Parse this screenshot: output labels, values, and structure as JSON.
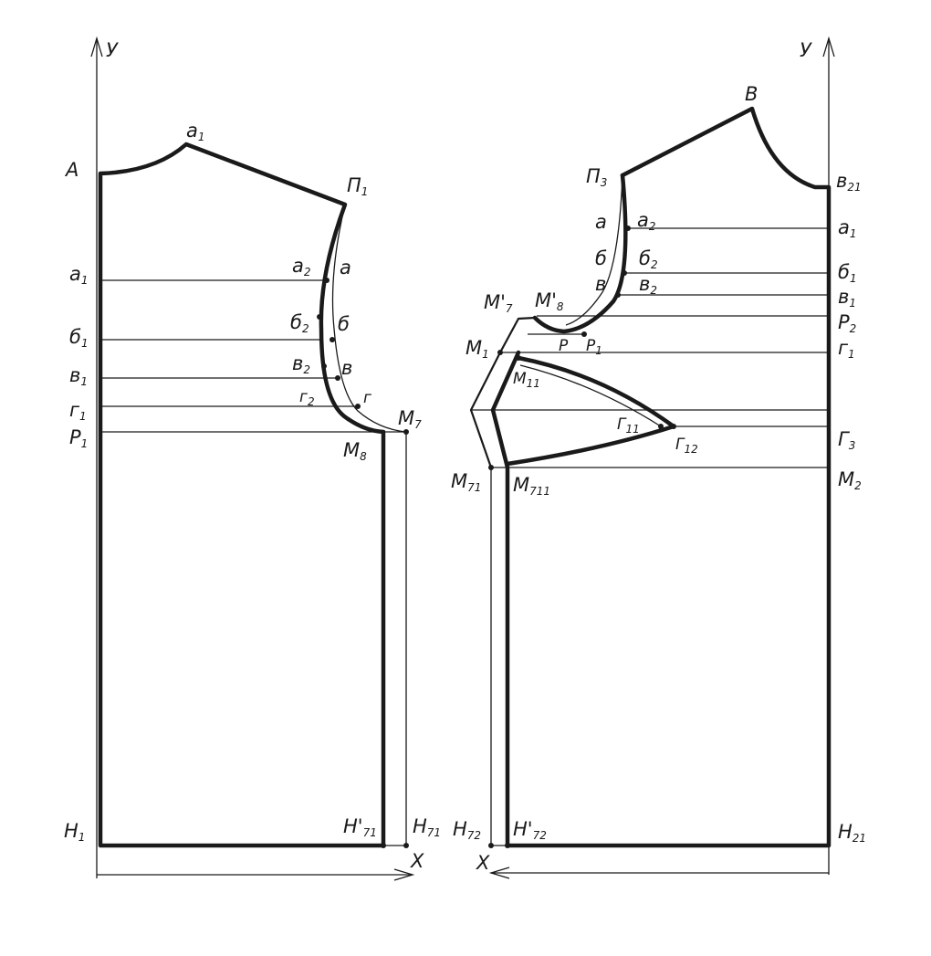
{
  "back": {
    "axis_y": "У",
    "axis_x": "Х",
    "labels": {
      "A": "А",
      "a1_top": "а",
      "a1_top_sub": "1",
      "P1_shoulder": "П",
      "P1_shoulder_sub": "1",
      "a1_left": "а",
      "a1_left_sub": "1",
      "b1_left": "б",
      "b1_left_sub": "1",
      "v1_left": "в",
      "v1_left_sub": "1",
      "g1_left": "г",
      "g1_left_sub": "1",
      "P1_left": "Р",
      "P1_left_sub": "1",
      "a2": "а",
      "a2_sub": "2",
      "a": "а",
      "b2": "б",
      "b2_sub": "2",
      "b": "б",
      "v2": "в",
      "v2_sub": "2",
      "v": "в",
      "g2": "г",
      "g2_sub": "2",
      "g": "г",
      "M7": "М",
      "M7_sub": "7",
      "M8": "М",
      "M8_sub": "8",
      "H1": "Н",
      "H1_sub": "1",
      "H71p": "Н'",
      "H71p_sub": "71",
      "H71": "Н",
      "H71_sub": "71"
    }
  },
  "front": {
    "axis_y": "У",
    "axis_x": "Х",
    "labels": {
      "B": "В",
      "P3": "П",
      "P3_sub": "3",
      "v21": "в",
      "v21_sub": "21",
      "a": "а",
      "a2": "а",
      "a2_sub": "2",
      "a1": "а",
      "a1_sub": "1",
      "b": "б",
      "b2": "б",
      "b2_sub": "2",
      "b1": "б",
      "b1_sub": "1",
      "v": "в",
      "v2": "в",
      "v2_sub": "2",
      "v1": "в",
      "v1_sub": "1",
      "M7p": "М'",
      "M7p_sub": "7",
      "M8p": "М'",
      "M8p_sub": "8",
      "P2": "Р",
      "P2_sub": "2",
      "M1": "М",
      "M1_sub": "1",
      "R": "Р",
      "R1": "Р",
      "R1_sub": "1",
      "g1": "г",
      "g1_sub": "1",
      "M11": "М",
      "M11_sub": "11",
      "G11": "Г",
      "G11_sub": "11",
      "G12": "Г",
      "G12_sub": "12",
      "G3": "Г",
      "G3_sub": "3",
      "M71": "М",
      "M71_sub": "71",
      "M711": "М",
      "M711_sub": "711",
      "M2": "М",
      "M2_sub": "2",
      "H72": "Н",
      "H72_sub": "72",
      "H72p": "Н'",
      "H72p_sub": "72",
      "H21": "Н",
      "H21_sub": "21"
    }
  }
}
